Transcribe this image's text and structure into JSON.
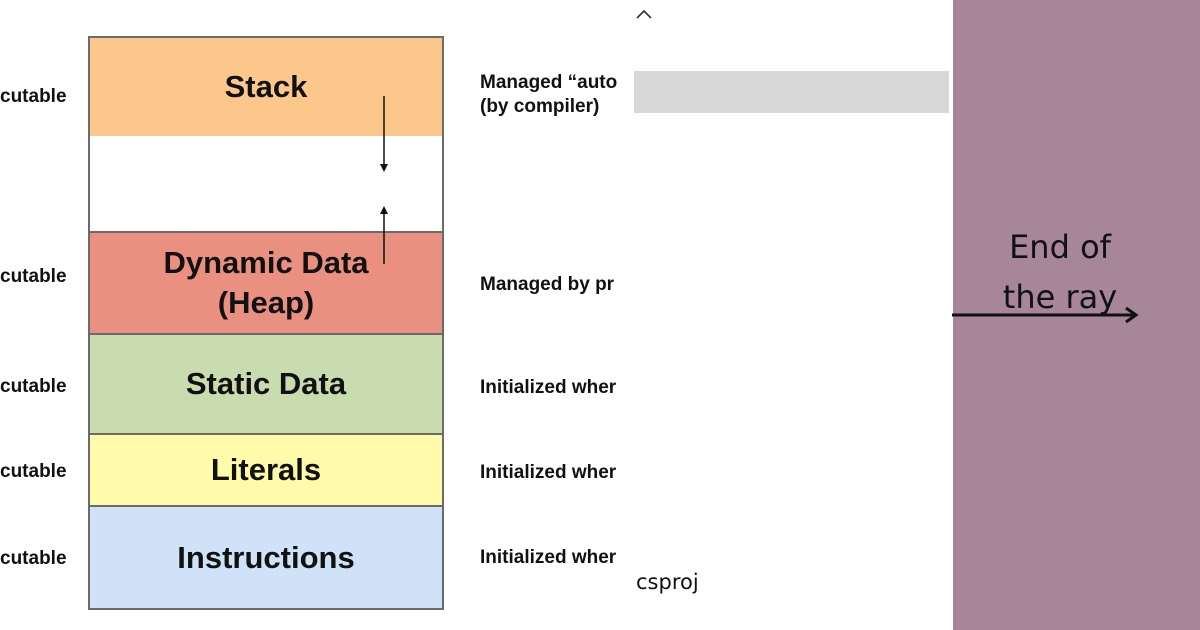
{
  "diagram": {
    "segments": [
      {
        "key": "stack",
        "label": "Stack",
        "color": "#fcc78b",
        "permission": "cutable",
        "description": "Managed “auto\n(by compiler)"
      },
      {
        "key": "gap",
        "label": "",
        "color": "#ffffff",
        "permission": "",
        "description": ""
      },
      {
        "key": "heap",
        "label": "Dynamic Data\n(Heap)",
        "color": "#ea9080",
        "permission": "cutable",
        "description": "Managed by pr"
      },
      {
        "key": "static",
        "label": "Static Data",
        "color": "#c9dcaf",
        "permission": "cutable",
        "description": "Initialized wher"
      },
      {
        "key": "literals",
        "label": "Literals",
        "color": "#fffbab",
        "permission": "cutable",
        "description": "Initialized wher"
      },
      {
        "key": "instructions",
        "label": "Instructions",
        "color": "#cfe2f8",
        "permission": "cutable",
        "description": "Initialized wher"
      }
    ]
  },
  "overlay": {
    "caret_icon": "chevron-up-icon",
    "file_label": "csproj"
  },
  "panel": {
    "background": "#a78699",
    "text": "End of\nthe ray"
  }
}
